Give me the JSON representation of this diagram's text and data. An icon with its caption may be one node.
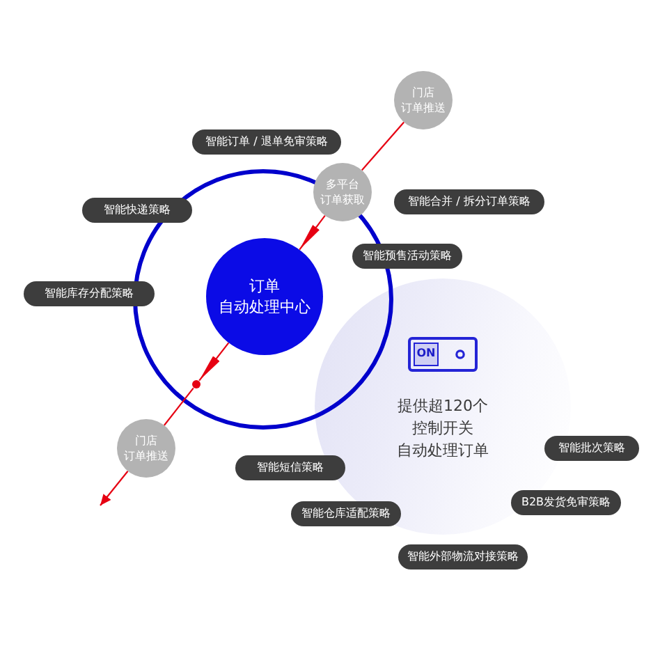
{
  "diagram": {
    "nodes": [
      {
        "text": [
          "门店订单推送"
        ]
      },
      {
        "text": [
          "智能订单 / 退单免审策略"
        ]
      },
      {
        "text": [
          "多平台订单获取"
        ]
      },
      {
        "text": [
          "智能合并 / 拆分订单策略"
        ]
      },
      {
        "text": [
          "智能快递策略"
        ]
      },
      {
        "text": [
          "智能预售活动策略"
        ]
      },
      {
        "text": [
          "智能库存分配策略"
        ]
      },
      {
        "text": [
          "订单自动处理中心"
        ]
      },
      {
        "text": [
          "ON",
          "提供超120个控制开关自动处理订单"
        ]
      },
      {
        "text": [],
        "shape": "circle"
      },
      {
        "text": [
          "智能批次策略"
        ]
      },
      {
        "text": [
          "门店订单推送"
        ]
      },
      {
        "text": [
          "智能短信策略"
        ]
      },
      {
        "text": [
          "B2B发货免审策略"
        ]
      },
      {
        "text": [
          "智能仓库适配策略"
        ]
      },
      {
        "text": [
          "智能外部物流对接策略"
        ]
      }
    ],
    "edges": [
      {
        "from": 0,
        "to": 2,
        "arrow": "none"
      },
      {
        "from": 2,
        "to": 7,
        "arrow": "to"
      },
      {
        "from": 7,
        "to": 9,
        "arrow": "to"
      },
      {
        "from": 9,
        "to": 11,
        "arrow": "none"
      },
      {
        "from": 11,
        "to": null,
        "arrow": "to"
      }
    ]
  }
}
